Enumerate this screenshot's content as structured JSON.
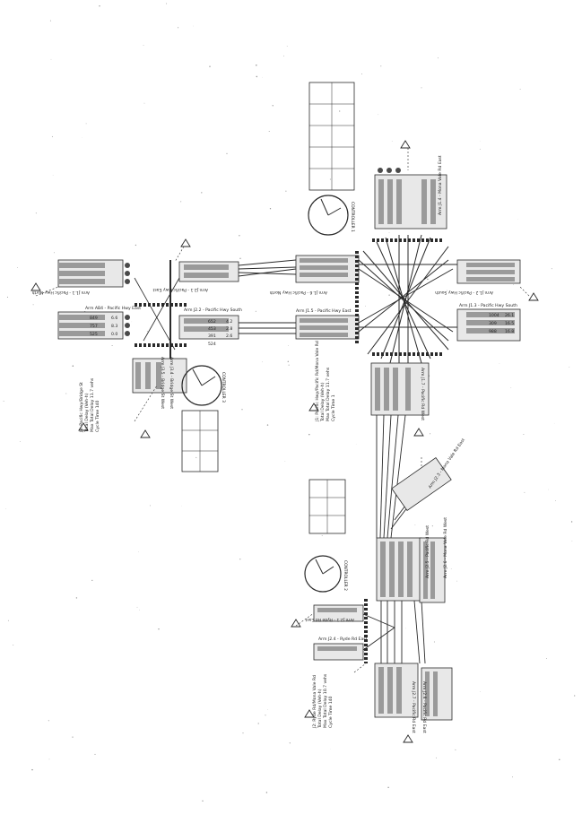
{
  "arms": {
    "a_b4": {
      "label": "Arm AB4 - Pacific Hwy East",
      "values": [
        "849",
        "757",
        "525"
      ],
      "flows": [
        "6.6",
        "8.3",
        "0.0"
      ]
    },
    "a_j1_1": {
      "label": "Arm J1.1 - Pacific Hwy North"
    },
    "a_j2_2": {
      "label": "Arm J2.2 - Pacific Hwy South",
      "values": [
        "652",
        "453",
        "391"
      ],
      "flows": [
        "4.2",
        "2.8",
        "2.6"
      ],
      "extra": "524"
    },
    "a_j2_1": {
      "label": "Arm J2.1 - Pacific Hwy East"
    },
    "a_j1_6": {
      "label": "Arm J1.6 - Pacific Hwy North"
    },
    "a_j1_5": {
      "label": "Arm J1.5 - Pacific Hwy East"
    },
    "a_j1_3": {
      "label": "Arm J1.3 - Pacific Hwy South",
      "values": [
        "1004",
        "309",
        "988"
      ],
      "flows": [
        "26.1",
        "16.5",
        "16.8"
      ]
    },
    "a_j1_2": {
      "label": "Arm J1.2 - Pacific Hwy South"
    },
    "a_j1_4": {
      "label": "Arm J1.4 - Mona Vale Rd East"
    },
    "a_j1_7": {
      "label": "Arm J1.7 - Pacific Rd West"
    },
    "a_j2_3": {
      "label": "Arm J2.3 - Mona Vale Rd East"
    },
    "a_j3_5": {
      "label": "Arm J3.5 - Bridge St West"
    },
    "a_j3_4": {
      "label": "Arm J3.4 - Bridge St West"
    },
    "a_j2_6": {
      "label": "Arm J2.6 - Mona Vale Rd West"
    },
    "a_j2_5": {
      "label": "Arm J2.5 - Pacific Rd West"
    },
    "a_j2_4": {
      "label": "Arm J2.4 - Ryde Rd East"
    },
    "a_j2_1b": {
      "label": "Arm J2.1 - Ryde Rd East"
    },
    "a_j2_8": {
      "label": "Arm J2.8 - Pacific Rd East"
    },
    "a_j2_7": {
      "label": "Arm J2.7 - Pacific Rd East"
    }
  },
  "notes": {
    "n1_title": "J3: Pacific Hwy/Bridge St",
    "n1_l1": "Total Delay (Veh-h)",
    "n1_l2": "Max Total Delay 11.7 vehs",
    "n1_l3": "Cycle Time 140",
    "n2_title": "J1: Pacific Hwy/Pacific Rd/Mona Vale Rd",
    "n2_l1": "Total Delay (Veh-h)",
    "n2_l2": "Max Total Delay 11.7 vehs",
    "n2_l3": "Cycle Time 1",
    "n3_title": "J2: Ryde Rd/Mona Vale Rd",
    "n3_l1": "Total Delay (Veh-h)",
    "n3_l2": "Max Total Delay 10.7 vehs",
    "n3_l3": "Cycle Time 140"
  },
  "controllers": {
    "c1": "CONTROLLER 3",
    "c2": "CONTROLLER 1",
    "c3": "CONTROLLER 2"
  },
  "colors": {
    "ink": "#2a2a2a",
    "bar": "#9a9a9a",
    "bar_dark": "#4a4a4a"
  }
}
